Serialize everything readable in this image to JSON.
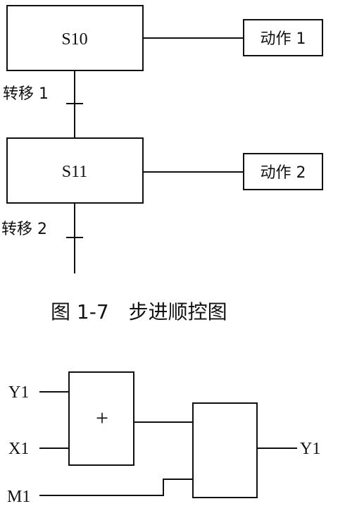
{
  "sfc": {
    "steps": [
      {
        "label": "S10",
        "action": "动作 1"
      },
      {
        "label": "S11",
        "action": "动作 2"
      }
    ],
    "transitions": [
      "转移 1",
      "转移 2"
    ],
    "caption": "图 1-7　步进顺控图"
  },
  "logic": {
    "inputs": [
      "Y1",
      "X1",
      "M1"
    ],
    "gate_symbol": "+",
    "output": "Y1"
  }
}
